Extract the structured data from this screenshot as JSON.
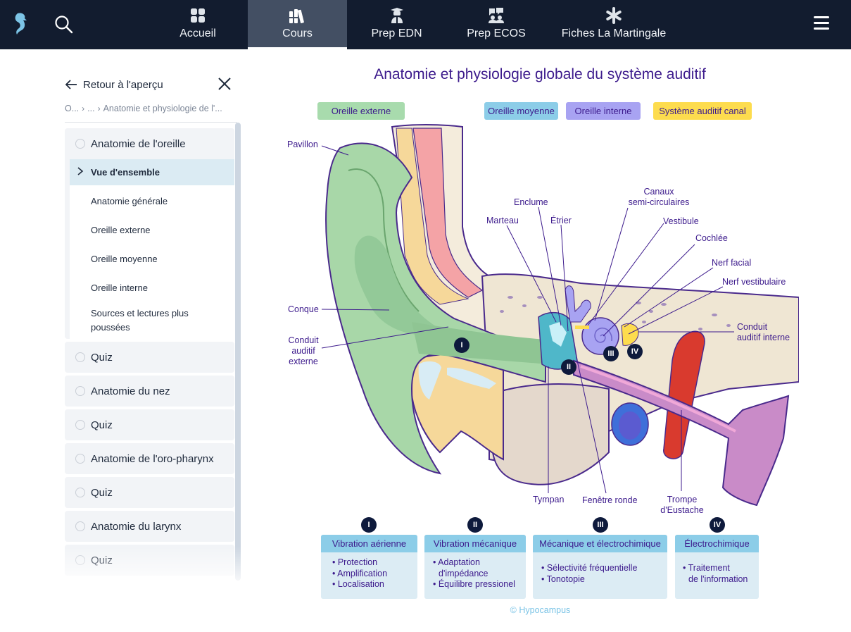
{
  "topbar": {
    "logo": "seahorse-logo",
    "search_icon": "search-icon",
    "nav": [
      {
        "label": "Accueil",
        "icon": "grid-icon",
        "active": false
      },
      {
        "label": "Cours",
        "icon": "books-icon",
        "active": true
      },
      {
        "label": "Prep EDN",
        "icon": "graduate-icon",
        "active": false
      },
      {
        "label": "Prep ECOS",
        "icon": "chat-users-icon",
        "active": false
      },
      {
        "label": "Fiches La Martingale",
        "icon": "asterisk-icon",
        "active": false
      }
    ],
    "menu_icon": "hamburger-menu-icon"
  },
  "sidebar": {
    "back_label": "Retour à l'aperçu",
    "breadcrumb": [
      "O...",
      "...",
      "Anatomie et physiologie de l'..."
    ],
    "sections": [
      {
        "title": "Anatomie de l'oreille",
        "expanded": true,
        "items": [
          {
            "label": "Vue d'ensemble",
            "active": true
          },
          {
            "label": "Anatomie générale",
            "active": false
          },
          {
            "label": "Oreille externe",
            "active": false
          },
          {
            "label": "Oreille moyenne",
            "active": false
          },
          {
            "label": "Oreille interne",
            "active": false
          },
          {
            "label": "Sources et lectures plus poussées",
            "active": false
          }
        ]
      },
      {
        "title": "Quiz"
      },
      {
        "title": "Anatomie du nez"
      },
      {
        "title": "Quiz"
      },
      {
        "title": "Anatomie de l'oro-pharynx"
      },
      {
        "title": "Quiz"
      },
      {
        "title": "Anatomie du larynx"
      },
      {
        "title": "Quiz"
      }
    ]
  },
  "figure": {
    "title": "Anatomie et physiologie globale du système auditif",
    "legend": [
      {
        "label": "Oreille externe",
        "color": "#a8dbad"
      },
      {
        "label": "Oreille moyenne",
        "color": "#8ccde8"
      },
      {
        "label": "Oreille interne",
        "color": "#a8a3f2"
      },
      {
        "label": "Système auditif canal",
        "color": "#fddc4e"
      }
    ],
    "labels": {
      "pavillon": "Pavillon",
      "conque": "Conque",
      "conduit_externe": [
        "Conduit",
        "auditif",
        "externe"
      ],
      "marteau": "Marteau",
      "enclume": "Enclume",
      "etrier": "Étrier",
      "canaux": [
        "Canaux",
        "semi-circulaires"
      ],
      "vestibule": "Vestibule",
      "cochlee": "Cochlée",
      "nerf_facial": "Nerf facial",
      "nerf_vestibulaire": "Nerf vestibulaire",
      "conduit_interne": [
        "Conduit",
        "auditif interne"
      ],
      "tympan": "Tympan",
      "fenetre_ronde": "Fenêtre ronde",
      "trompe": [
        "Trompe",
        "d'Eustache"
      ]
    },
    "badges": [
      "I",
      "II",
      "III",
      "IV"
    ],
    "cards": [
      {
        "badge": "I",
        "title": "Vibration aérienne",
        "items": [
          "• Protection",
          "• Amplification",
          "• Localisation"
        ]
      },
      {
        "badge": "II",
        "title": "Vibration mécanique",
        "items": [
          "• Adaptation",
          "  d'impédance",
          "• Équilibre pressionel"
        ]
      },
      {
        "badge": "III",
        "title": "Mécanique et électrochimique",
        "items": [
          "• Sélectivité fréquentielle",
          "• Tonotopie"
        ]
      },
      {
        "badge": "IV",
        "title": "Électrochimique",
        "items": [
          "• Traitement",
          "  de l'information"
        ]
      }
    ],
    "copyright": "© Hypocampus"
  }
}
